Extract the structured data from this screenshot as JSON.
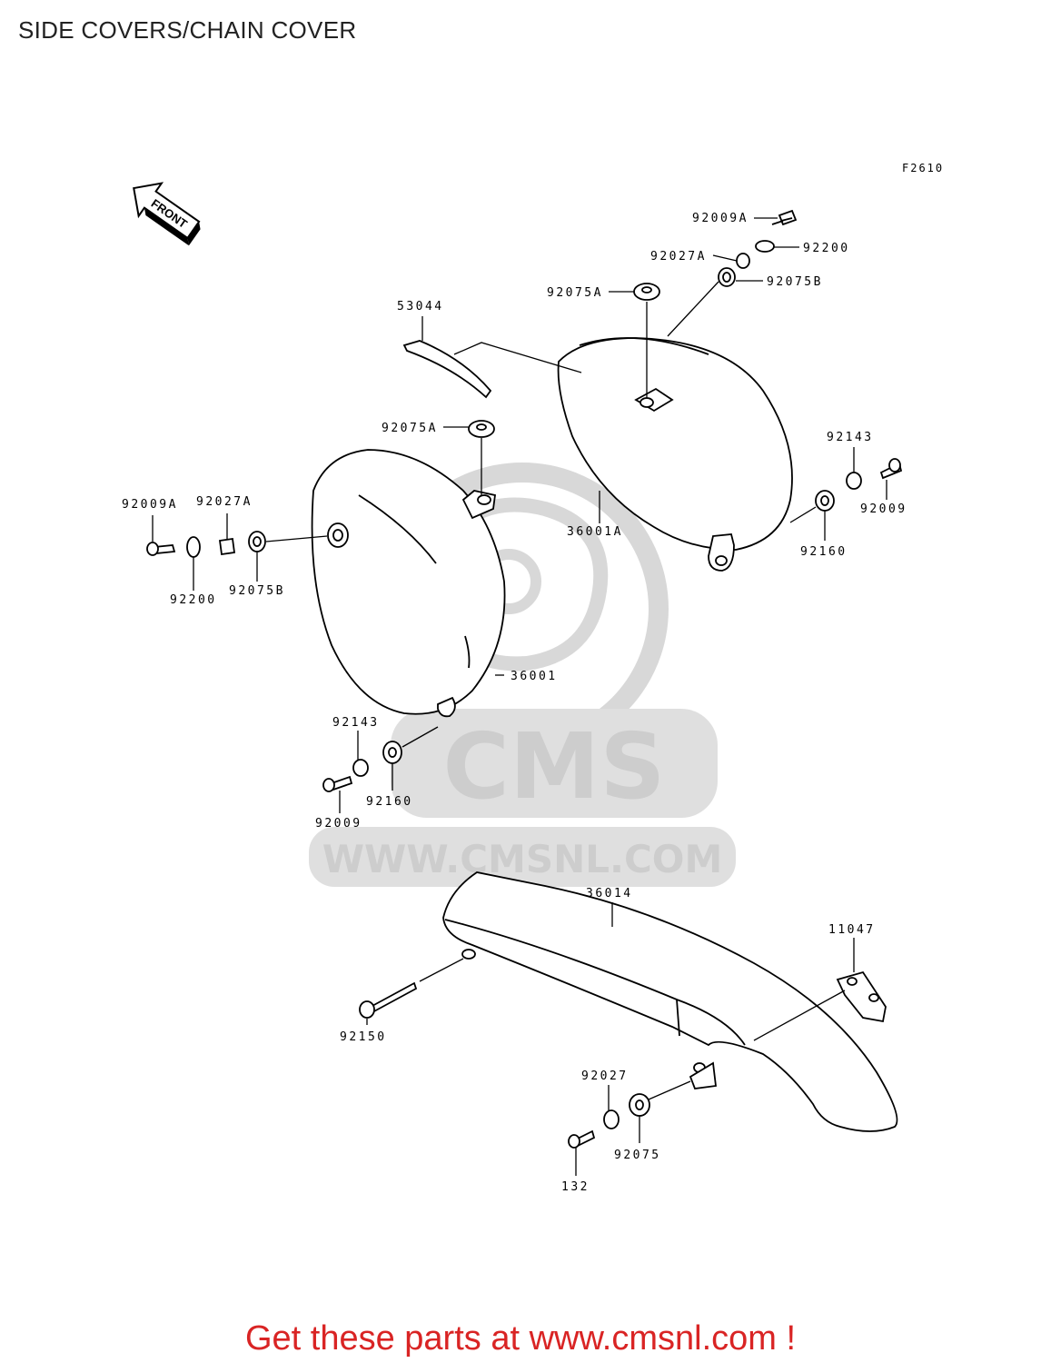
{
  "page": {
    "title": "SIDE COVERS/CHAIN COVER",
    "figure_code": "F2610",
    "front_label": "FRONT",
    "footer": "Get these parts at www.cmsnl.com !"
  },
  "watermark": {
    "brand": "CMS",
    "url": "WWW.CMSNL.COM",
    "color": "#c8c8c8"
  },
  "labels": {
    "p92009A_r": "92009A",
    "p92200_r": "92200",
    "p92027A_r": "92027A",
    "p92075B_r": "92075B",
    "p92075A_r": "92075A",
    "p53044": "53044",
    "p92075A_l": "92075A",
    "p92143_r": "92143",
    "p92009_r": "92009",
    "p36001A": "36001A",
    "p92160_r": "92160",
    "p92009A_l": "92009A",
    "p92027A_l": "92027A",
    "p92200_l": "92200",
    "p92075B_l": "92075B",
    "p36001": "36001",
    "p92143_l": "92143",
    "p92160_l": "92160",
    "p92009_l": "92009",
    "p36014": "36014",
    "p11047": "11047",
    "p92150": "92150",
    "p92027": "92027",
    "p92075": "92075",
    "p132": "132"
  },
  "colors": {
    "footer": "#d92424",
    "line": "#000000"
  }
}
